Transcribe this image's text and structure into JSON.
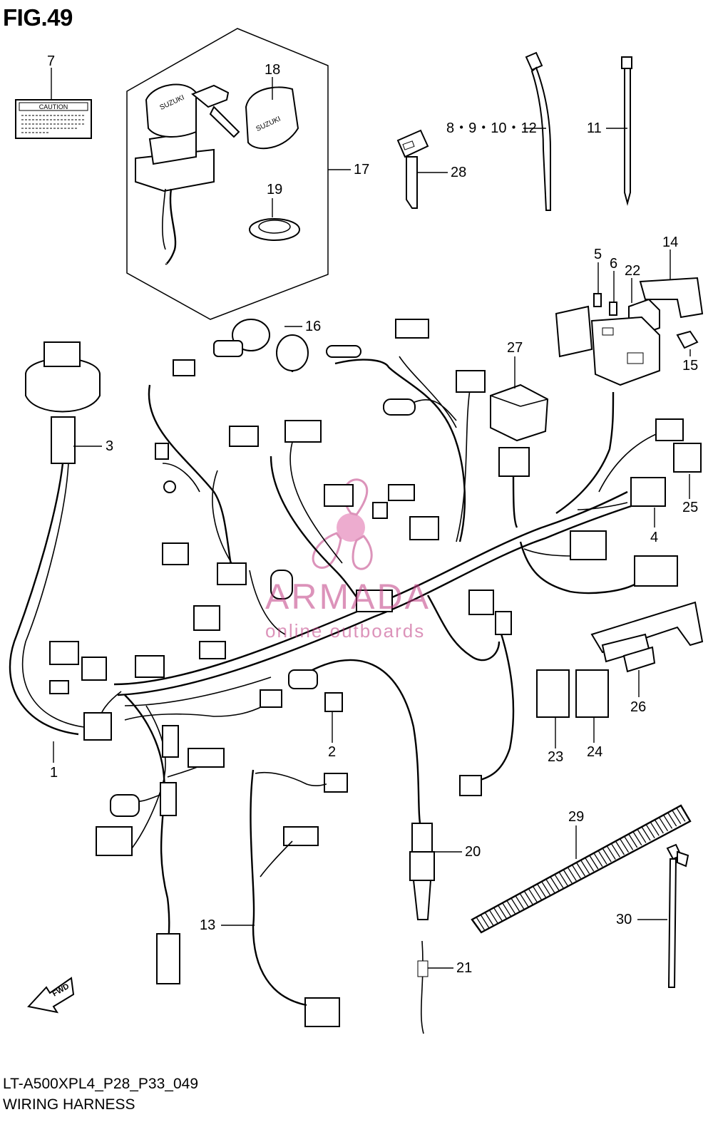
{
  "figure": {
    "title": "FIG.49",
    "model_code": "LT-A500XPL4_P28_P33_049",
    "diagram_name": "WIRING HARNESS"
  },
  "caution_label": {
    "text": "CAUTION"
  },
  "key_brand": "SUZUKI",
  "fwd_arrow": {
    "text": "FWD"
  },
  "watermark": {
    "name": "ARMADA",
    "subtitle": "online outboards",
    "color": "#c03c82"
  },
  "callouts": {
    "p1": "1",
    "p2": "2",
    "p3": "3",
    "p4": "4",
    "p5": "5",
    "p6": "6",
    "p7": "7",
    "p8_12": "8・9・10・12",
    "p11": "11",
    "p13": "13",
    "p14": "14",
    "p15": "15",
    "p16": "16",
    "p17": "17",
    "p18": "18",
    "p19": "19",
    "p20": "20",
    "p21": "21",
    "p22": "22",
    "p23": "23",
    "p24": "24",
    "p25": "25",
    "p26": "26",
    "p27": "27",
    "p28": "28",
    "p29": "29",
    "p30": "30"
  }
}
